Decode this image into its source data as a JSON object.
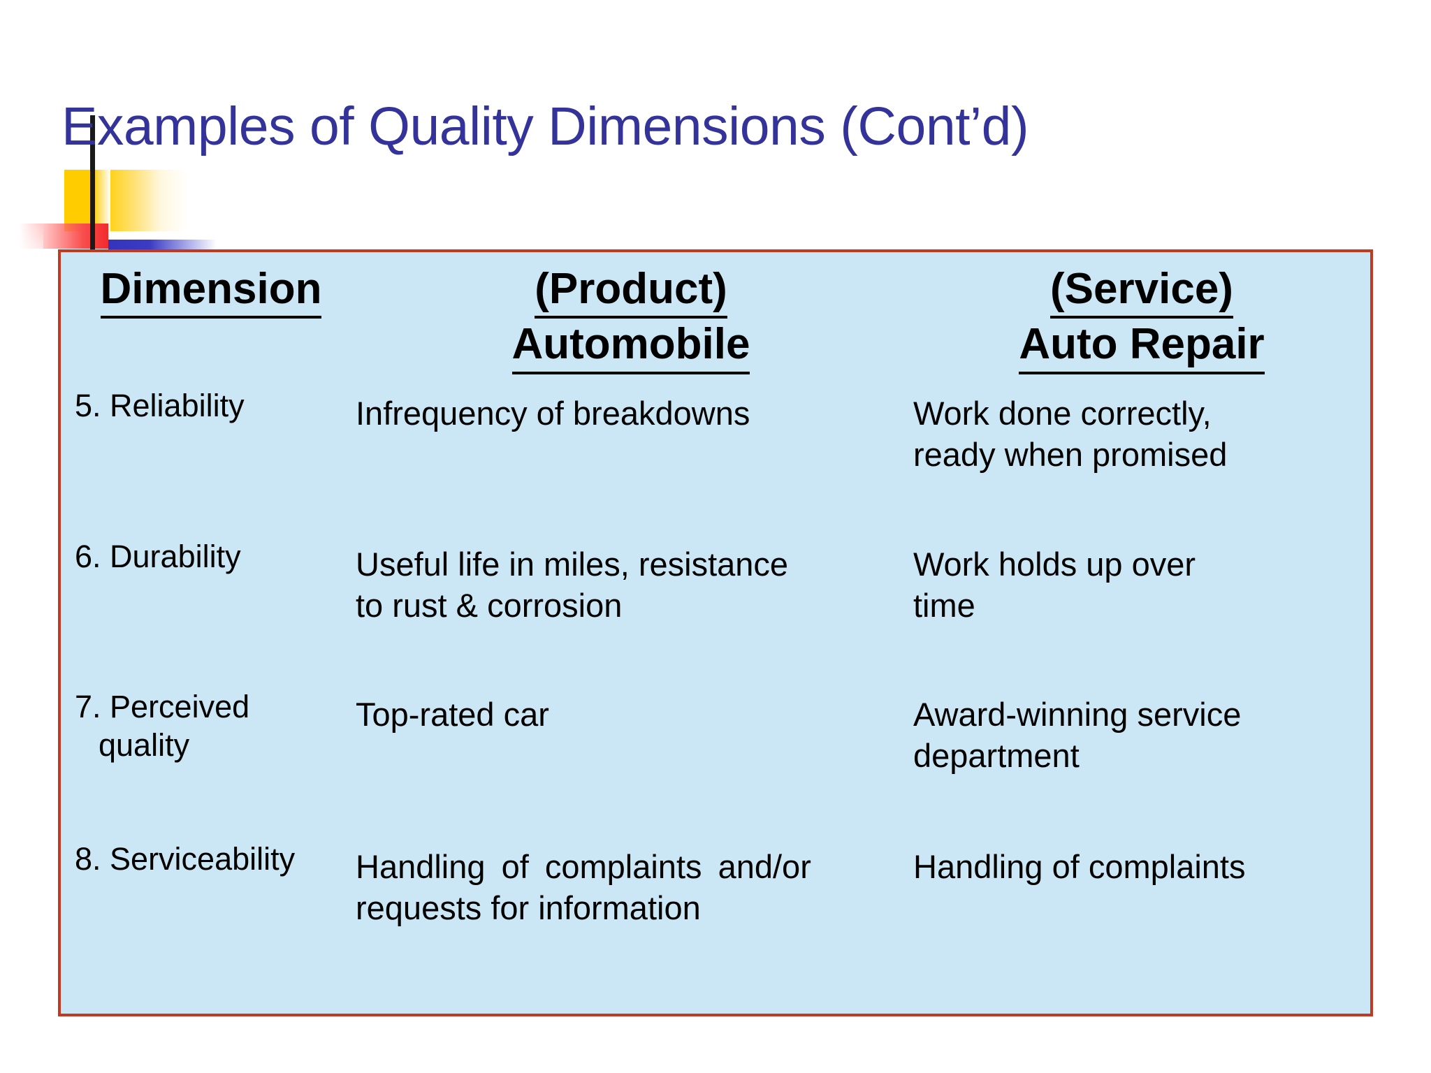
{
  "slide": {
    "title": "Examples of Quality Dimensions (Cont’d)",
    "title_color": "#333399",
    "panel_fill": "#cbe6f4",
    "panel_border_color": "#c03a22",
    "decoration": {
      "yellow_color": "#ffcc00",
      "red_color": "#f22b2b",
      "blue_color": "#3333bb",
      "line_color": "#1a1a1a"
    }
  },
  "table": {
    "headers": {
      "col1": "Dimension",
      "col2_line1": "(Product)",
      "col2_line2": "Automobile",
      "col3_line1": "(Service)",
      "col3_line2": "Auto Repair"
    },
    "rows": [
      {
        "dimension_line1": "5. Reliability",
        "dimension_line2": "",
        "product_line1": "Infrequency of breakdowns",
        "product_line2": "",
        "service_line1": "Work done correctly,",
        "service_line2": "ready when promised"
      },
      {
        "dimension_line1": "6. Durability",
        "dimension_line2": "",
        "product_line1": "Useful life in miles, resistance",
        "product_line2": "to rust & corrosion",
        "service_line1": "Work holds up over",
        "service_line2": "time"
      },
      {
        "dimension_line1": "7. Perceived",
        "dimension_line2": "quality",
        "product_line1": "Top-rated car",
        "product_line2": "",
        "service_line1": "Award-winning service",
        "service_line2": "department"
      },
      {
        "dimension_line1": "8. Serviceability",
        "dimension_line2": "",
        "product_line1": "Handling of complaints and/or",
        "product_line2": "requests for information",
        "service_line1": "Handling of complaints",
        "service_line2": ""
      }
    ]
  }
}
